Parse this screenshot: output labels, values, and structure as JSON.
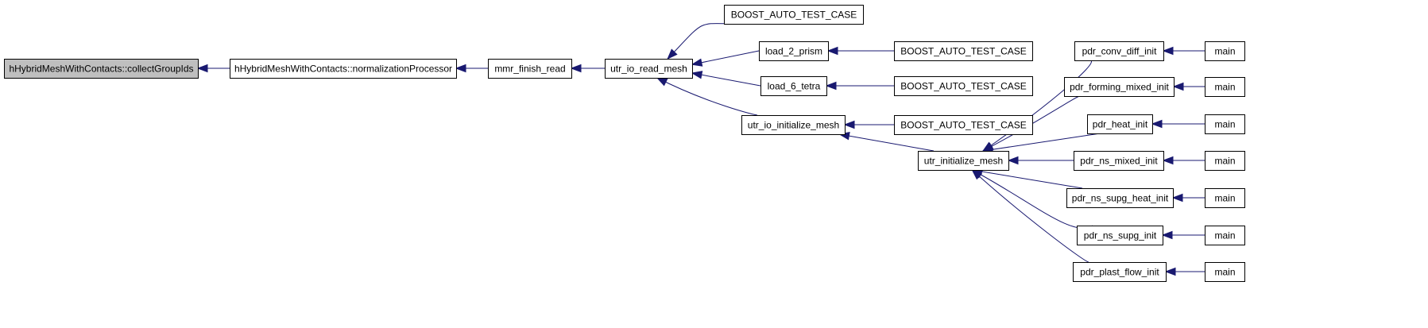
{
  "graph": {
    "nodes": {
      "collect": "hHybridMeshWithContacts::collectGroupIds",
      "norm": "hHybridMeshWithContacts::normalizationProcessor",
      "mmr": "mmr_finish_read",
      "readmesh": "utr_io_read_mesh",
      "boost1": "BOOST_AUTO_TEST_CASE",
      "prism": "load_2_prism",
      "boost2": "BOOST_AUTO_TEST_CASE",
      "tetra": "load_6_tetra",
      "boost3": "BOOST_AUTO_TEST_CASE",
      "ioinit": "utr_io_initialize_mesh",
      "boost4": "BOOST_AUTO_TEST_CASE",
      "initmesh": "utr_initialize_mesh",
      "conv": "pdr_conv_diff_init",
      "main1": "main",
      "forming": "pdr_forming_mixed_init",
      "main2": "main",
      "heat": "pdr_heat_init",
      "main3": "main",
      "nsmixed": "pdr_ns_mixed_init",
      "main4": "main",
      "nssupgheat": "pdr_ns_supg_heat_init",
      "main5": "main",
      "nssupg": "pdr_ns_supg_init",
      "main6": "main",
      "plast": "pdr_plast_flow_init",
      "main7": "main"
    },
    "edges": [
      [
        "norm",
        "collect"
      ],
      [
        "mmr",
        "norm"
      ],
      [
        "readmesh",
        "mmr"
      ],
      [
        "boost1",
        "readmesh"
      ],
      [
        "prism",
        "readmesh"
      ],
      [
        "tetra",
        "readmesh"
      ],
      [
        "ioinit",
        "readmesh"
      ],
      [
        "boost2",
        "prism"
      ],
      [
        "boost3",
        "tetra"
      ],
      [
        "boost4",
        "ioinit"
      ],
      [
        "initmesh",
        "ioinit"
      ],
      [
        "conv",
        "initmesh"
      ],
      [
        "forming",
        "initmesh"
      ],
      [
        "heat",
        "initmesh"
      ],
      [
        "nsmixed",
        "initmesh"
      ],
      [
        "nssupgheat",
        "initmesh"
      ],
      [
        "nssupg",
        "initmesh"
      ],
      [
        "plast",
        "initmesh"
      ],
      [
        "main1",
        "conv"
      ],
      [
        "main2",
        "forming"
      ],
      [
        "main3",
        "heat"
      ],
      [
        "main4",
        "nsmixed"
      ],
      [
        "main5",
        "nssupgheat"
      ],
      [
        "main6",
        "nssupg"
      ],
      [
        "main7",
        "plast"
      ]
    ],
    "colors": {
      "edge": "#191970",
      "root_fill": "#bfbfbf",
      "node_fill": "#ffffff",
      "border": "#000000"
    }
  }
}
